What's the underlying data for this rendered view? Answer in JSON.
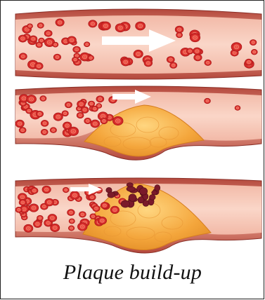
{
  "caption": "Plaque build-up",
  "colors": {
    "background": "#ffffff",
    "vessel_wall_outer": "#a8453b",
    "vessel_wall_inner": "#e7a090",
    "lumen": "#f4c1b0",
    "red_cell": "#d42b2b",
    "red_cell_center": "#f07060",
    "plaque_fill": "#f3a43a",
    "plaque_highlight": "#ffd37a",
    "clot": "#7a1a2a",
    "flow_arrow": "#ffffff"
  },
  "panels": [
    {
      "label": "",
      "stage": "healthy",
      "icon": "flow-arrow"
    },
    {
      "label": "",
      "stage": "partial-plaque",
      "icon": "flow-arrow"
    },
    {
      "label": "",
      "stage": "blocked-with-clot",
      "icon": "flow-arrow"
    }
  ]
}
